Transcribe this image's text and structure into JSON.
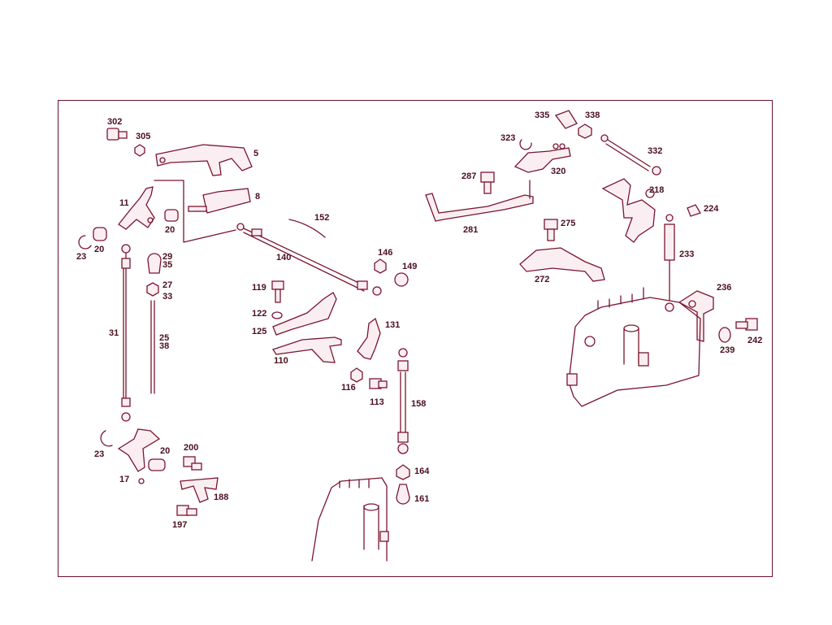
{
  "colors": {
    "line": "#7a1530",
    "label": "#4a0f1f",
    "frame": "#6b1030",
    "background": "#ffffff"
  },
  "labels": {
    "l302": "302",
    "l305": "305",
    "l5": "5",
    "l8": "8",
    "l11": "11",
    "l20a": "20",
    "l23a": "23",
    "l20b": "20",
    "l29": "29",
    "l35": "35",
    "l27": "27",
    "l33": "33",
    "l31": "31",
    "l25": "25",
    "l38": "38",
    "l23b": "23",
    "l20c": "20",
    "l17": "17",
    "l200": "200",
    "l188": "188",
    "l197": "197",
    "l152": "152",
    "l140": "140",
    "l146": "146",
    "l149": "149",
    "l119": "119",
    "l122": "122",
    "l125": "125",
    "l110": "110",
    "l131": "131",
    "l116": "116",
    "l113": "113",
    "l158": "158",
    "l164": "164",
    "l161": "161",
    "l335": "335",
    "l338": "338",
    "l323": "323",
    "l320": "320",
    "l332": "332",
    "l287": "287",
    "l281": "281",
    "l275": "275",
    "l272": "272",
    "l218": "218",
    "l224": "224",
    "l233": "233",
    "l236": "236",
    "l239": "239",
    "l242": "242"
  }
}
